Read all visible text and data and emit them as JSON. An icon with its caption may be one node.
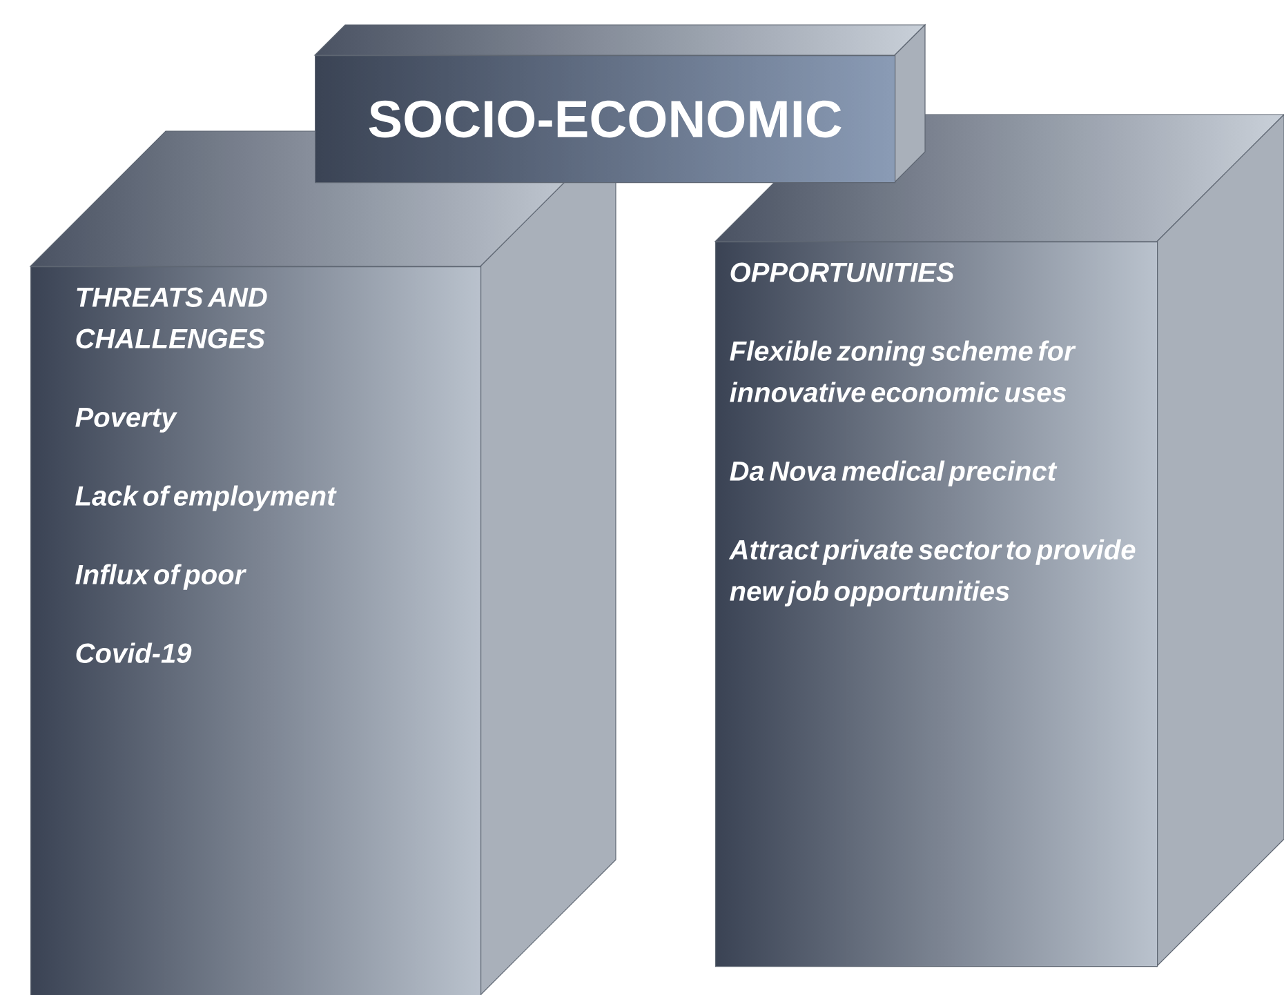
{
  "diagram": {
    "nodes": [
      {
        "text": [
          "SOCIO-ECONOMIC"
        ]
      },
      {
        "text": [
          "THREATS AND CHALLENGES",
          "Poverty",
          "Lack of employment",
          "Influx of poor",
          "Covid-19"
        ]
      },
      {
        "text": [
          "OPPORTUNITIES",
          "Flexible zoning scheme for innovative economic uses",
          "Da Nova medical precinct",
          "Attract private sector to provide new job opportunities"
        ]
      }
    ]
  }
}
